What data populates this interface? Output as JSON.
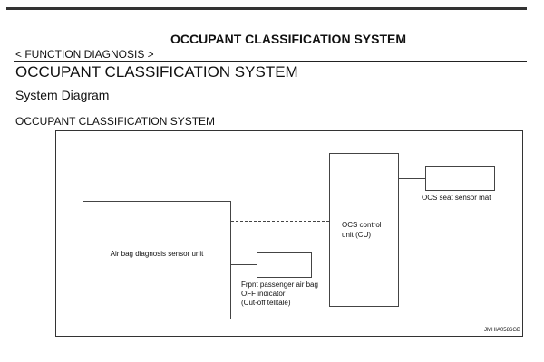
{
  "header": {
    "title": "OCCUPANT CLASSIFICATION SYSTEM",
    "breadcrumb": "< FUNCTION DIAGNOSIS >"
  },
  "section": {
    "title": "OCCUPANT CLASSIFICATION SYSTEM",
    "subtitle": "System Diagram",
    "diagram_title": "OCCUPANT CLASSIFICATION SYSTEM"
  },
  "diagram": {
    "airbag_unit": "Air bag diagnosis sensor unit",
    "ocs_cu_line1": "OCS control",
    "ocs_cu_line2": "unit (CU)",
    "seat_mat": "OCS seat sensor mat",
    "indicator_line1": "Frpnt passenger air bag",
    "indicator_line2": "OFF indicator",
    "indicator_line3": "(Cut-off telltale)",
    "code": "JMHIA0586GB"
  }
}
